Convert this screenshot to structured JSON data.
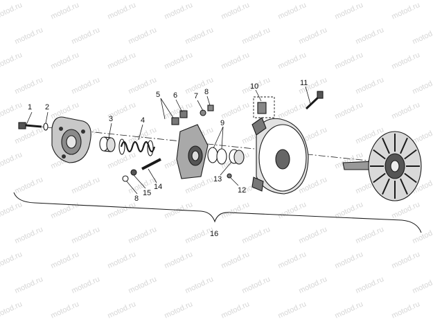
{
  "watermark": {
    "text": "motod.ru"
  },
  "callouts": [
    "1",
    "2",
    "3",
    "4",
    "5",
    "6",
    "7",
    "8",
    "9",
    "10",
    "11",
    "12",
    "13",
    "14",
    "15",
    "8",
    "16"
  ],
  "colors": {
    "ink": "#1a1a1a",
    "background": "#ffffff",
    "watermark": "#cfcfcf"
  }
}
